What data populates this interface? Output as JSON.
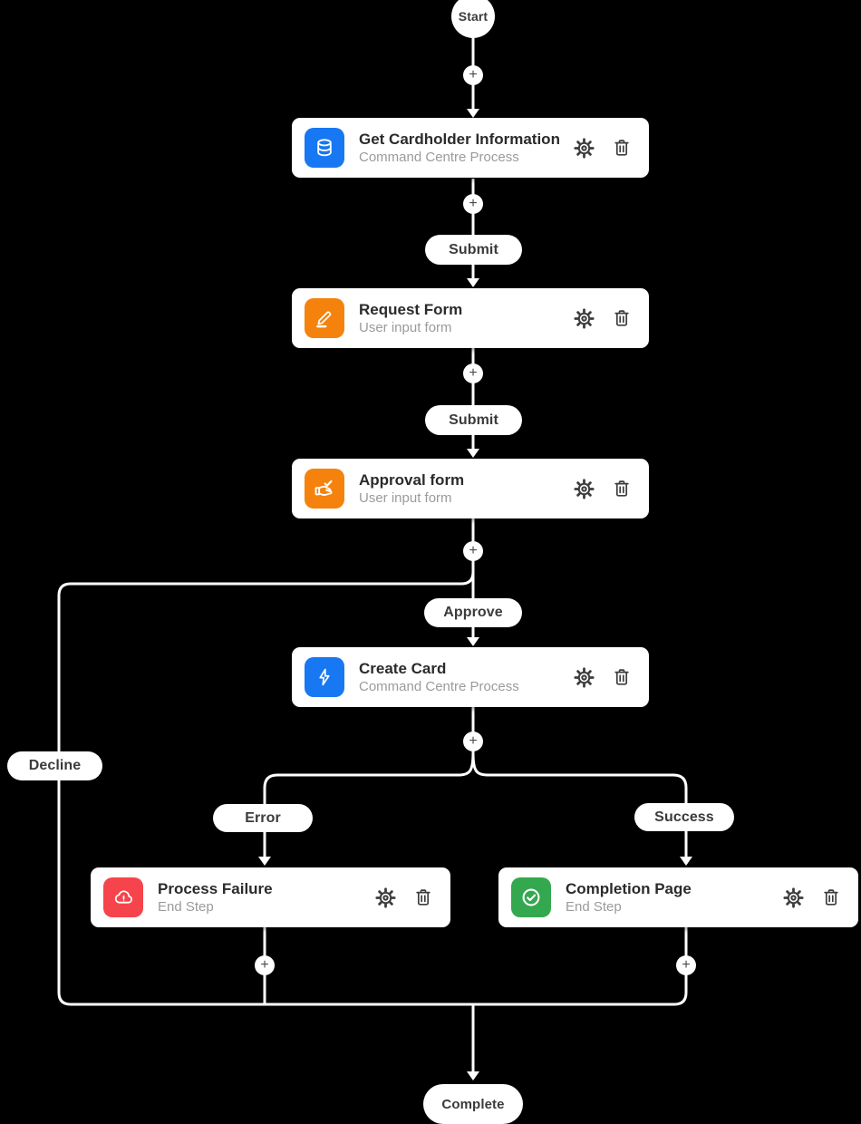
{
  "canvas": {
    "background": "#000000",
    "connector_color": "#ffffff",
    "card_background": "#ffffff",
    "title_color": "#2b2b2b",
    "subtitle_color": "#9b9b9b"
  },
  "terminals": {
    "start": "Start",
    "complete": "Complete"
  },
  "branch_labels": {
    "submit_1": "Submit",
    "submit_2": "Submit",
    "approve": "Approve",
    "decline": "Decline",
    "error": "Error",
    "success": "Success"
  },
  "add_step": {
    "glyph": "+"
  },
  "nodes": [
    {
      "title": "Get Cardholder Information",
      "subtitle": "Command Centre Process",
      "icon": "database-icon",
      "icon_bg": "#1877F2"
    },
    {
      "title": "Request Form",
      "subtitle": "User input form",
      "icon": "pencil-edit-icon",
      "icon_bg": "#F5820D"
    },
    {
      "title": "Approval form",
      "subtitle": "User input form",
      "icon": "hand-check-icon",
      "icon_bg": "#F5820D"
    },
    {
      "title": "Create Card",
      "subtitle": "Command Centre Process",
      "icon": "lightning-icon",
      "icon_bg": "#1877F2"
    },
    {
      "title": "Process Failure",
      "subtitle": "End Step",
      "icon": "cloud-alert-icon",
      "icon_bg": "#F5444B"
    },
    {
      "title": "Completion Page",
      "subtitle": "End Step",
      "icon": "check-circle-icon",
      "icon_bg": "#34A84E"
    }
  ],
  "node_actions": {
    "settings": "gear-icon",
    "delete": "trash-icon"
  }
}
